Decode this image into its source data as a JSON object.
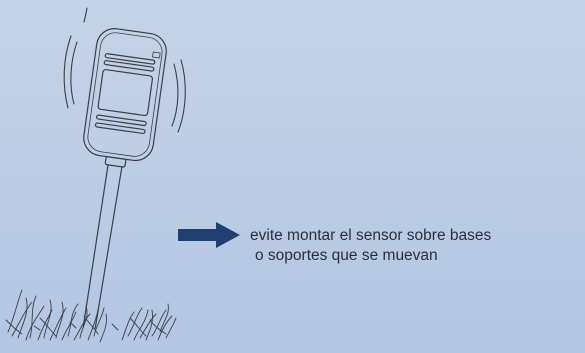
{
  "instruction": {
    "line1": "evite montar el sensor sobre bases",
    "line2": "o soportes que se muevan"
  },
  "colors": {
    "background": "#c5d3e7",
    "outline": "#3a3e46",
    "arrow": "#1f3f70",
    "text": "#2b2f38"
  },
  "icons": {
    "sensor": "outdoor-motion-sensor-on-stake",
    "arrow": "right-arrow"
  }
}
